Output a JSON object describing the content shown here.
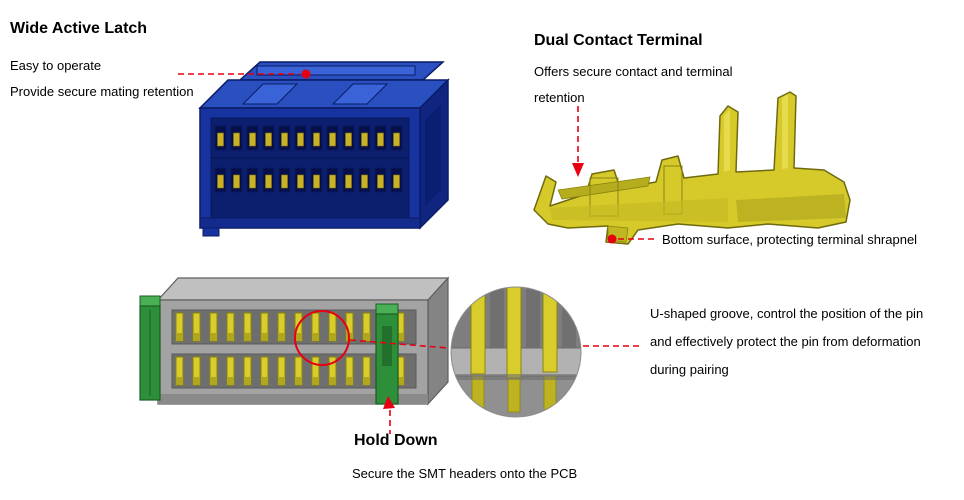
{
  "callouts": {
    "latch": {
      "title": "Wide Active Latch",
      "desc1": "Easy to operate",
      "desc2": "Provide secure mating retention"
    },
    "terminal": {
      "title": "Dual Contact Terminal",
      "desc1": "Offers secure contact and terminal",
      "desc2": "retention",
      "bottom_note": "Bottom surface, protecting terminal shrapnel"
    },
    "groove": {
      "line1": "U-shaped groove, control the position of the pin",
      "line2": "and effectively protect the pin from deformation",
      "line3": "during pairing"
    },
    "holddown": {
      "title": "Hold Down",
      "desc": "Secure the SMT headers onto the PCB"
    }
  },
  "colors": {
    "annotation_red": "#e60012",
    "connector_blue": "#16339f",
    "terminal_yellow": "#d6ca2b",
    "header_gray": "#a3a3a3",
    "holddown_green": "#2e8f3a",
    "pin_yellow": "#d9cd2b"
  }
}
